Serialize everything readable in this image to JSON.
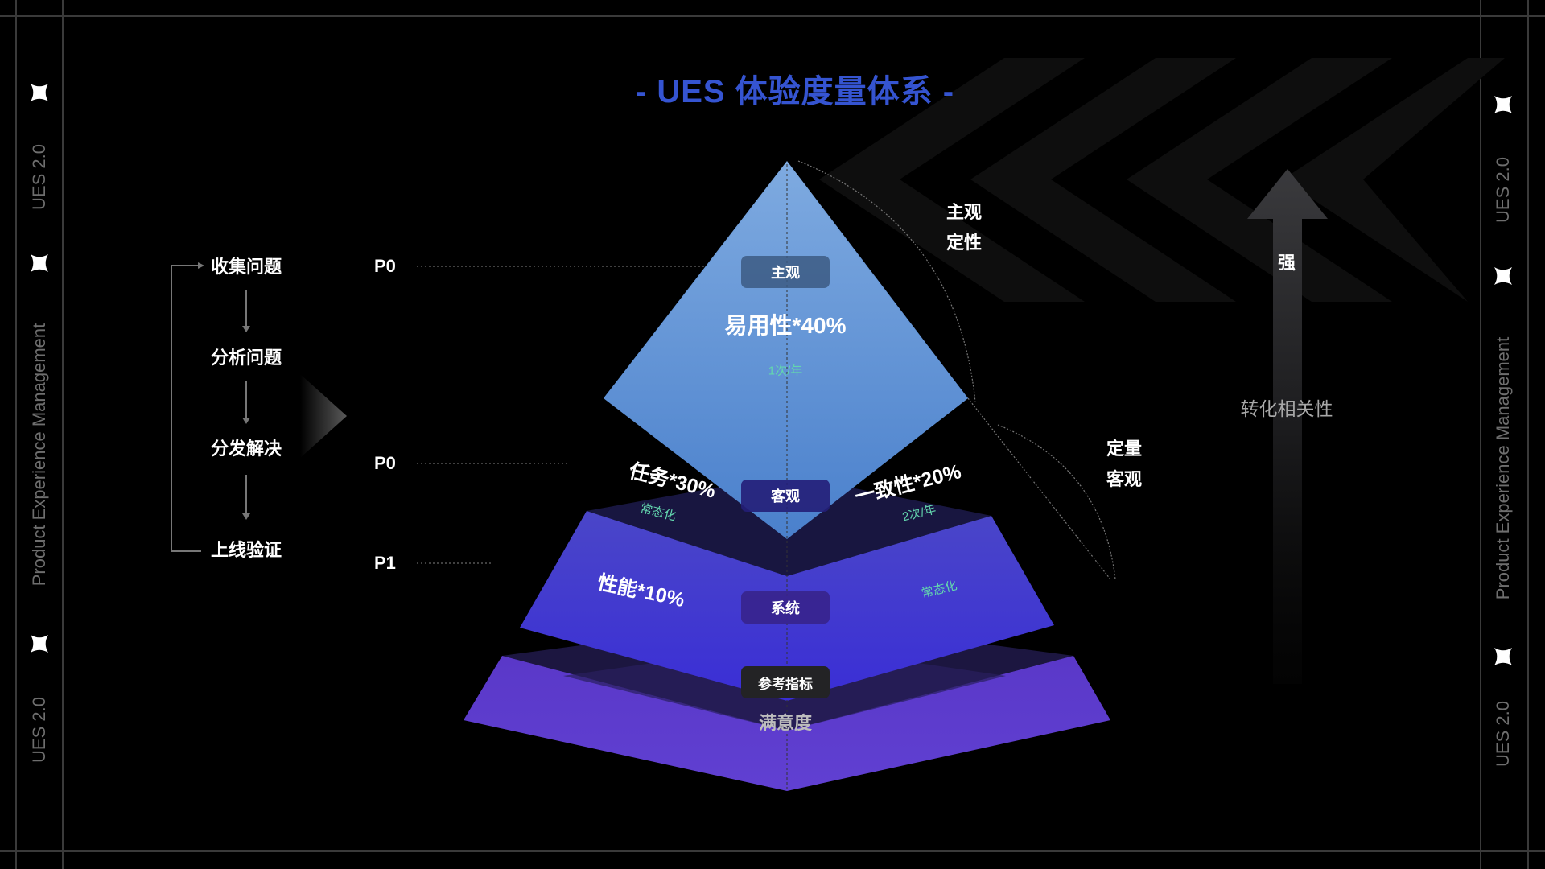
{
  "title": "-  UES 体验度量体系  -",
  "frame": {
    "left_texts": [
      "UES 2.0",
      "Product Experience Management",
      "UES 2.0"
    ],
    "right_texts": [
      "UES 2.0",
      "Product Experience Management",
      "UES 2.0"
    ]
  },
  "flow": {
    "steps": [
      "收集问题",
      "分析问题",
      "分发解决",
      "上线验证"
    ]
  },
  "priorities": [
    "P0",
    "P0",
    "P1"
  ],
  "pyramid": {
    "top": {
      "badge": "主观",
      "label": "易用性*40%",
      "frequency": "1次/年"
    },
    "middle": {
      "badge": "客观",
      "left_label": "任务*30%",
      "left_frequency": "常态化",
      "right_label": "一致性*20%",
      "right_frequency": "2次/年"
    },
    "bottom": {
      "badge": "系统",
      "left_label": "性能*10%",
      "right_frequency": "常态化"
    },
    "reference_badge": "参考指标",
    "reference_label": "满意度"
  },
  "annotations": {
    "upper": [
      "主观",
      "定性"
    ],
    "lower": [
      "定量",
      "客观"
    ]
  },
  "correlation": {
    "strong": "强",
    "label": "转化相关性"
  },
  "colors": {
    "title": "#3554d1",
    "frequency": "#63d6ae",
    "top_layer": "#5b93d8",
    "middle_layer": "#3f3acb",
    "bottom_layer": "#5a3bcc"
  }
}
